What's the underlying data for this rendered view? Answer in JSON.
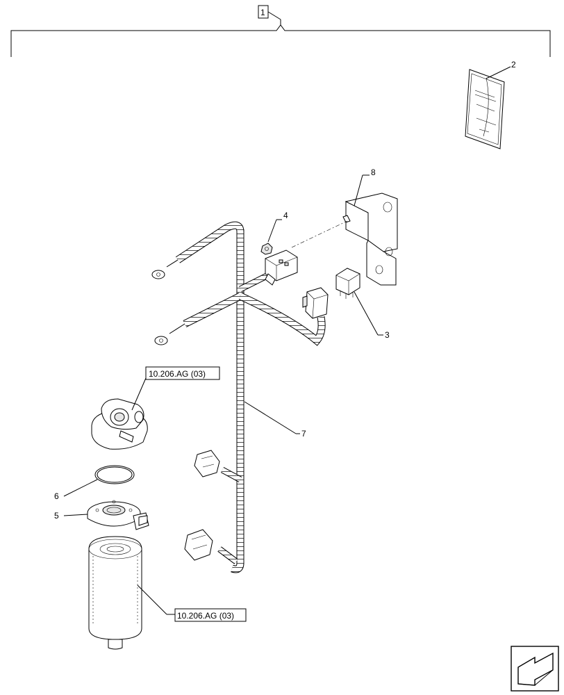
{
  "callouts": {
    "c1": "1",
    "c2": "2",
    "c3": "3",
    "c4": "4",
    "c5": "5",
    "c6": "6",
    "c7": "7",
    "c8": "8"
  },
  "references": {
    "ref_head": "10.206.AG (03)",
    "ref_filter": "10.206.AG (03)"
  },
  "icons": {
    "nav": "next-page-arrow-icon"
  }
}
